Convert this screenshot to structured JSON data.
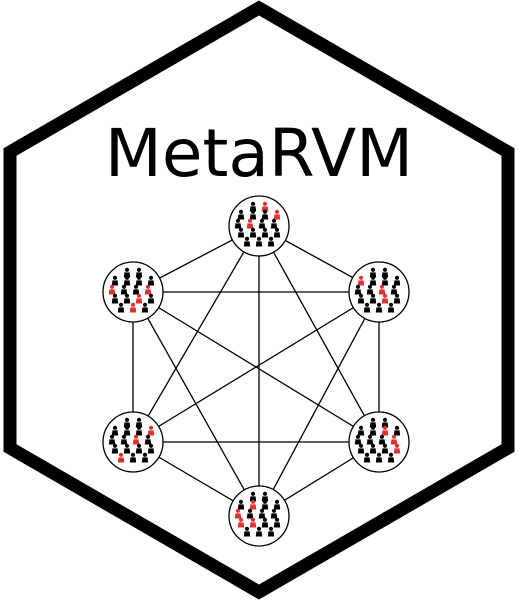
{
  "logo": {
    "title": "MetaRVM",
    "colors": {
      "background": "#ffffff",
      "border": "#000000",
      "edge": "#000000",
      "node_stroke": "#000000",
      "person_default": "#000000",
      "person_infected": "#e03030"
    },
    "node_ids": [
      "top",
      "upper-right",
      "lower-right",
      "bottom",
      "lower-left",
      "upper-left"
    ],
    "edges": [
      [
        "top",
        "upper-right"
      ],
      [
        "top",
        "lower-right"
      ],
      [
        "top",
        "bottom"
      ],
      [
        "top",
        "lower-left"
      ],
      [
        "top",
        "upper-left"
      ],
      [
        "upper-right",
        "lower-right"
      ],
      [
        "upper-right",
        "bottom"
      ],
      [
        "upper-right",
        "lower-left"
      ],
      [
        "upper-right",
        "upper-left"
      ],
      [
        "lower-right",
        "bottom"
      ],
      [
        "lower-right",
        "lower-left"
      ],
      [
        "lower-right",
        "upper-left"
      ],
      [
        "bottom",
        "lower-left"
      ],
      [
        "bottom",
        "upper-left"
      ],
      [
        "lower-left",
        "upper-left"
      ]
    ]
  }
}
